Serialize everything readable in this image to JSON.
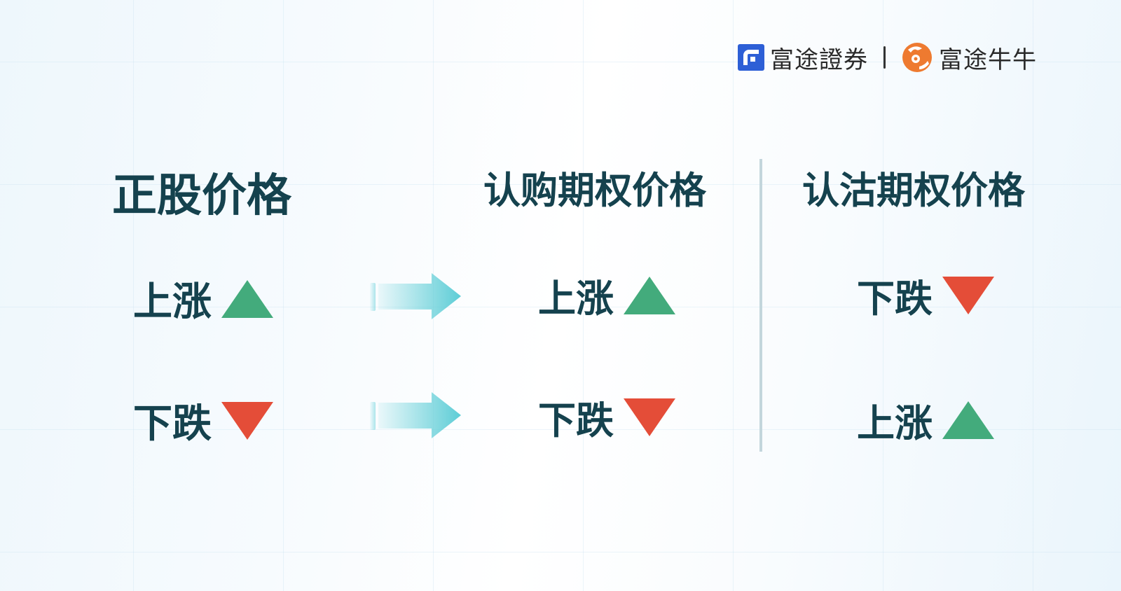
{
  "brand": {
    "futu_securities": "富途證券",
    "futu_niuniu": "富途牛牛",
    "futu_icon": "futu-f-logo-icon",
    "niu_icon": "moomoo-bull-logo-icon"
  },
  "columns": {
    "stock_price": "正股价格",
    "call_price": "认购期权价格",
    "put_price": "认沽期权价格"
  },
  "rows": [
    {
      "stock": {
        "label": "上涨",
        "direction": "up"
      },
      "call": {
        "label": "上涨",
        "direction": "up"
      },
      "put": {
        "label": "下跌",
        "direction": "down"
      }
    },
    {
      "stock": {
        "label": "下跌",
        "direction": "down"
      },
      "call": {
        "label": "下跌",
        "direction": "down"
      },
      "put": {
        "label": "上涨",
        "direction": "up"
      }
    }
  ],
  "colors": {
    "text": "#15424e",
    "up": "#43ab7c",
    "down": "#e44d38",
    "arrow": "#5dcdd6",
    "divider": "#c3d6dc",
    "futu_blue": "#2d5fd6",
    "niu_orange": "#ee7a30"
  }
}
